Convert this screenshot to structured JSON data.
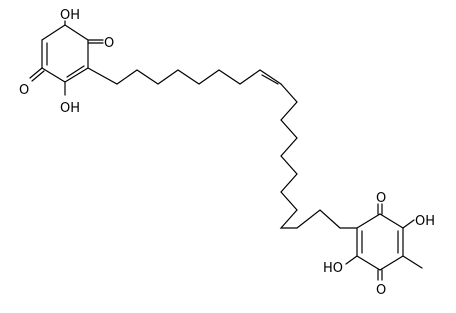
{
  "diagram": {
    "type": "skeletal-structure",
    "labels": {
      "top_ring_oh_upper": "OH",
      "top_ring_o_right": "O",
      "top_ring_o_left": "O",
      "top_ring_oh_lower": "OH",
      "bottom_ring_o_upper": "O",
      "bottom_ring_oh_right": "OH",
      "bottom_ring_oh_left": "HO",
      "bottom_ring_o_lower": "O"
    },
    "colors": {
      "bond": "#000000",
      "background": "#ffffff"
    }
  }
}
